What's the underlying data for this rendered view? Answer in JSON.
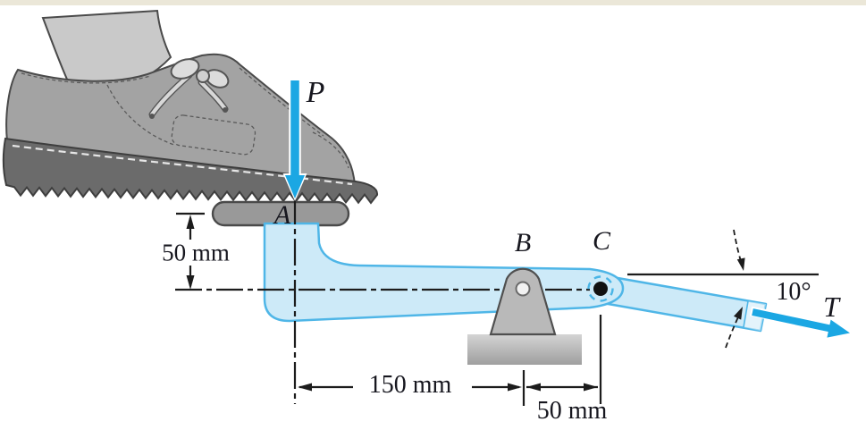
{
  "figure": {
    "type": "mechanics-diagram",
    "description": "Foot pressing a pedal linkage pinned at B with cable tension at C",
    "force_label": "P",
    "point_labels": {
      "a": "A",
      "b": "B",
      "c": "C"
    },
    "tension_label": "T",
    "angle_label": "10°",
    "dimensions": {
      "pad_height": "50 mm",
      "span_ab": "150 mm",
      "span_bc": "50 mm"
    },
    "colors": {
      "force_blue": "#1ba7e3",
      "member_fill": "#cdeaf8",
      "member_stroke": "#4fb6e7",
      "line_black": "#1c1c1c",
      "shoe_gray": "#a3a3a3",
      "sole_gray": "#6b6b6b",
      "leg_gray": "#c9c9c9",
      "pad_gray": "#999999",
      "bracket_gray": "#b9b9b9",
      "top_rule_tan": "#ebe7d8"
    }
  }
}
